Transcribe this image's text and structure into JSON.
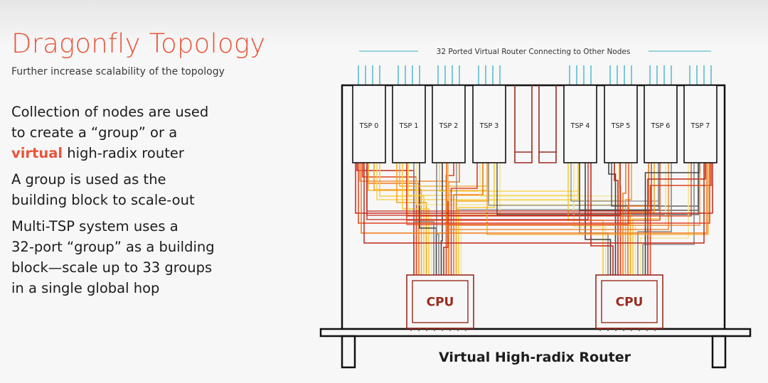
{
  "slide": {
    "title": "Dragonfly Topology",
    "subtitle": "Further increase scalability of the topology",
    "bullets": [
      {
        "lines": [
          "Collection of nodes are used",
          "to create a “group” or a"
        ],
        "highlight": "virtual",
        "after": " high-radix router"
      },
      {
        "lines": [
          "A group is used as the",
          "building block to scale-out"
        ]
      },
      {
        "lines": [
          "Multi-TSP system uses a",
          "32-port “group” as a building",
          "block—scale up to 33 groups",
          "in a single global hop"
        ]
      }
    ]
  },
  "diagram": {
    "top_label": "32 Ported Virtual Router Connecting to Other Nodes",
    "tsps": [
      "TSP 0",
      "TSP 1",
      "TSP 2",
      "TSP 3",
      "TSP 4",
      "TSP 5",
      "TSP 6",
      "TSP 7"
    ],
    "cpus": [
      "CPU",
      "CPU"
    ],
    "bottom_label": "Virtual High-radix Router"
  },
  "colors": {
    "title": "#e8553b",
    "highlight": "#e8553b",
    "port_lines": "#5bbccf",
    "cpu": "#9b2a1e",
    "chassis": "#111111",
    "wire_palette": [
      "#c0281c",
      "#e04020",
      "#f07a1a",
      "#f5a623",
      "#f7cc3a",
      "#f6e58d",
      "#888888",
      "#444444"
    ]
  }
}
